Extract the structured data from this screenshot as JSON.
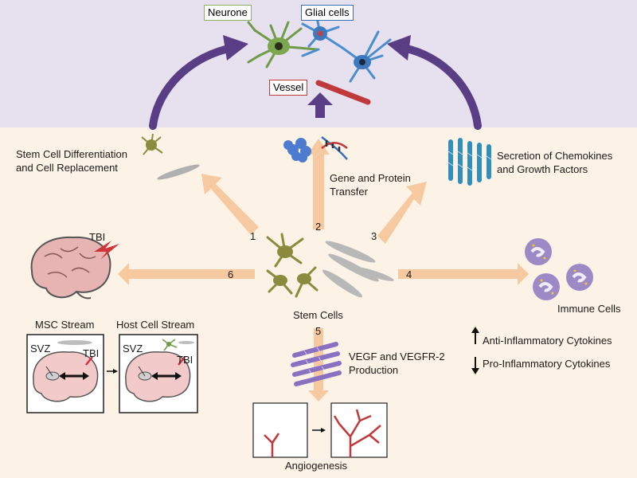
{
  "labels": {
    "neurone": "Neurone",
    "glial": "Glial cells",
    "vessel": "Vessel",
    "diff_line1": "Stem Cell Differentiation",
    "diff_line2": "and Cell Replacement",
    "gene_line1": "Gene and Protein",
    "gene_line2": "Transfer",
    "chemo_line1": "Secretion of Chemokines",
    "chemo_line2": "and Growth Factors",
    "tbi": "TBI",
    "stem_cells": "Stem Cells",
    "immune_cells": "Immune Cells",
    "msc_stream": "MSC Stream",
    "host_stream": "Host Cell Stream",
    "svz": "SVZ",
    "vegf_line1": "VEGF and VEGFR-2",
    "vegf_line2": "Production",
    "anti": "Anti-Inflammatory Cytokines",
    "pro": "Pro-Inflammatory Cytokines",
    "angiogenesis": "Angiogenesis"
  },
  "numbers": [
    "1",
    "2",
    "3",
    "4",
    "5",
    "6"
  ],
  "colors": {
    "top_band": "#e6e0ef",
    "bottom_band": "#fcf3e6",
    "arrow_orange": "#f6c9a0",
    "arrow_purple": "#5a3e85",
    "neurone_box": "#8bb26a",
    "glial_box": "#3b6fb3",
    "vessel_box": "#c0393b",
    "stem_cell": "#8c8a3c",
    "immune": "#9d89c6"
  }
}
